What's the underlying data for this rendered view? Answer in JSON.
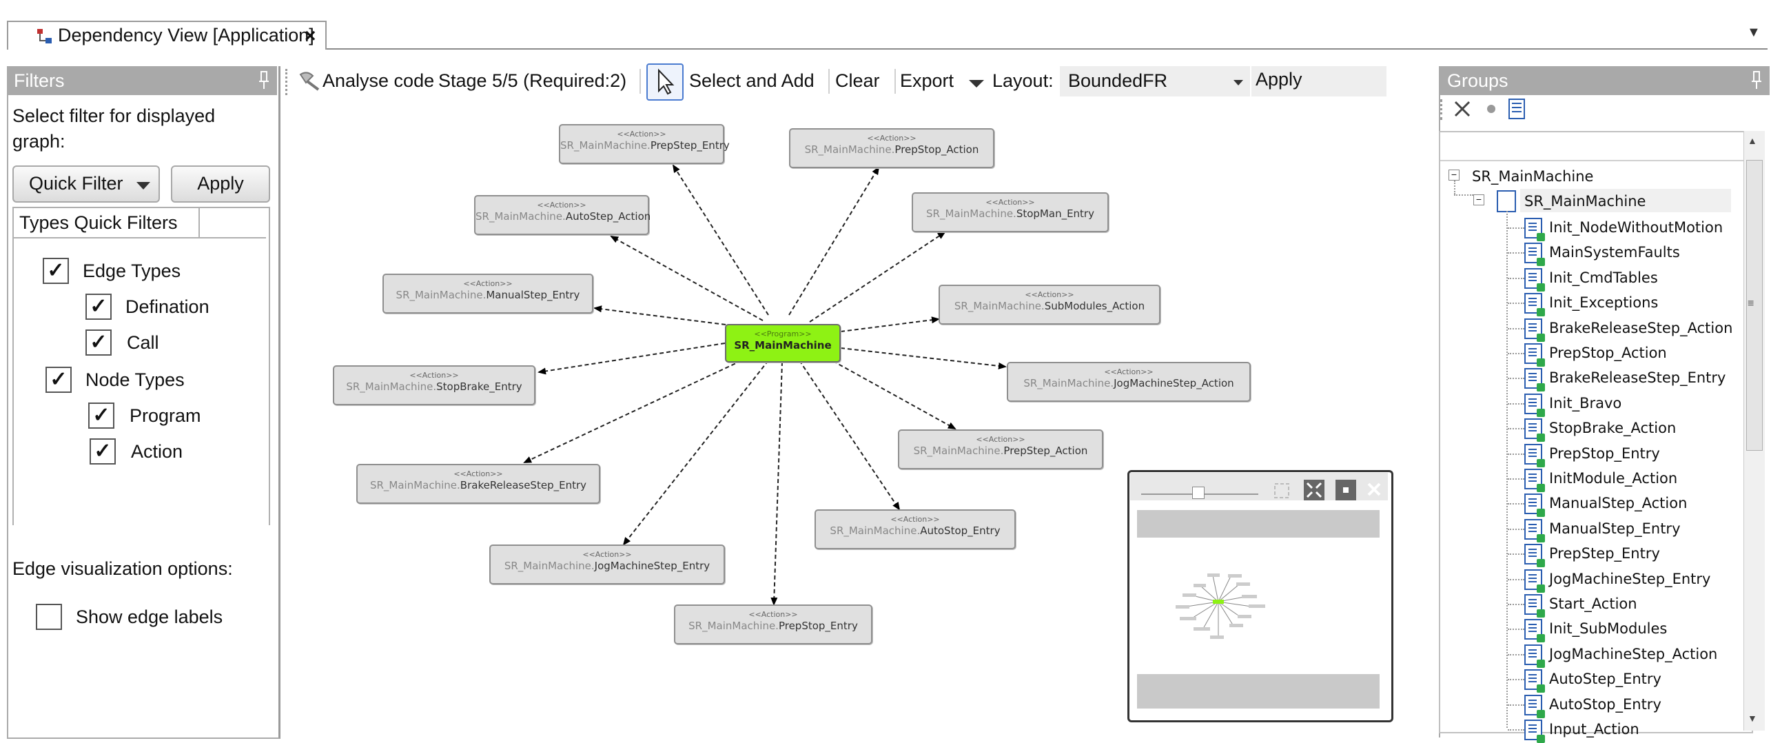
{
  "tab": {
    "title": "Dependency View [Application]",
    "close": "×"
  },
  "filters": {
    "header": "Filters",
    "description": "Select filter for displayed graph:",
    "quick_filter_label": "Quick Filter",
    "apply_label": "Apply",
    "quick_filters_title": "Types Quick Filters",
    "items": [
      {
        "label": "Edge Types",
        "checked": true,
        "check": "✓"
      },
      {
        "label": "Defination",
        "checked": true,
        "check": "✓"
      },
      {
        "label": "Call",
        "checked": true,
        "check": "✓"
      },
      {
        "label": "Node Types",
        "checked": true,
        "check": "✓"
      },
      {
        "label": "Program",
        "checked": true,
        "check": "✓"
      },
      {
        "label": "Action",
        "checked": true,
        "check": "✓"
      }
    ],
    "edge_visualization_title": "Edge visualization options:",
    "show_edge_labels": {
      "label": "Show edge labels",
      "checked": false
    }
  },
  "toolbar": {
    "analyse_code": "Analyse code",
    "stage": "Stage 5/5 (Required:2)",
    "select_and_add": "Select and Add",
    "clear": "Clear",
    "export": "Export",
    "layout_label": "Layout:",
    "layout_value": "BoundedFR",
    "apply": "Apply"
  },
  "graph": {
    "center": {
      "stereotype": "<<Program>>",
      "name": "SR_MainMachine"
    },
    "prefix": "SR_MainMachine.",
    "action_stereotype": "<<Action>>",
    "nodes": [
      "PrepStep_Entry",
      "PrepStop_Action",
      "AutoStep_Action",
      "StopMan_Entry",
      "ManualStep_Entry",
      "SubModules_Action",
      "StopBrake_Entry",
      "JogMachineStep_Action",
      "PrepStep_Action",
      "BrakeReleaseStep_Entry",
      "AutoStop_Entry",
      "JogMachineStep_Entry",
      "PrepStop_Entry"
    ]
  },
  "groups": {
    "header": "Groups",
    "root": "SR_MainMachine",
    "child": "SR_MainMachine",
    "items": [
      {
        "name": "Init_NodeWithoutMotion",
        "kind": "entry"
      },
      {
        "name": "MainSystemFaults",
        "kind": "entry"
      },
      {
        "name": "Init_CmdTables",
        "kind": "entry"
      },
      {
        "name": "Init_Exceptions",
        "kind": "entry"
      },
      {
        "name": "BrakeReleaseStep_Action",
        "kind": "action"
      },
      {
        "name": "PrepStop_Action",
        "kind": "action"
      },
      {
        "name": "BrakeReleaseStep_Entry",
        "kind": "entry"
      },
      {
        "name": "Init_Bravo",
        "kind": "entry"
      },
      {
        "name": "StopBrake_Action",
        "kind": "action"
      },
      {
        "name": "PrepStop_Entry",
        "kind": "entry"
      },
      {
        "name": "InitModule_Action",
        "kind": "action"
      },
      {
        "name": "ManualStep_Action",
        "kind": "action"
      },
      {
        "name": "ManualStep_Entry",
        "kind": "entry"
      },
      {
        "name": "PrepStep_Entry",
        "kind": "entry"
      },
      {
        "name": "JogMachineStep_Entry",
        "kind": "entry"
      },
      {
        "name": "Start_Action",
        "kind": "entry"
      },
      {
        "name": "Init_SubModules",
        "kind": "entry"
      },
      {
        "name": "JogMachineStep_Action",
        "kind": "action"
      },
      {
        "name": "AutoStep_Entry",
        "kind": "entry"
      },
      {
        "name": "AutoStop_Entry",
        "kind": "entry"
      },
      {
        "name": "Input_Action",
        "kind": "action"
      }
    ]
  },
  "colors": {
    "center_node": "#8ef214",
    "node": "#e0e0e0",
    "panel_header": "#a9a9a9"
  }
}
